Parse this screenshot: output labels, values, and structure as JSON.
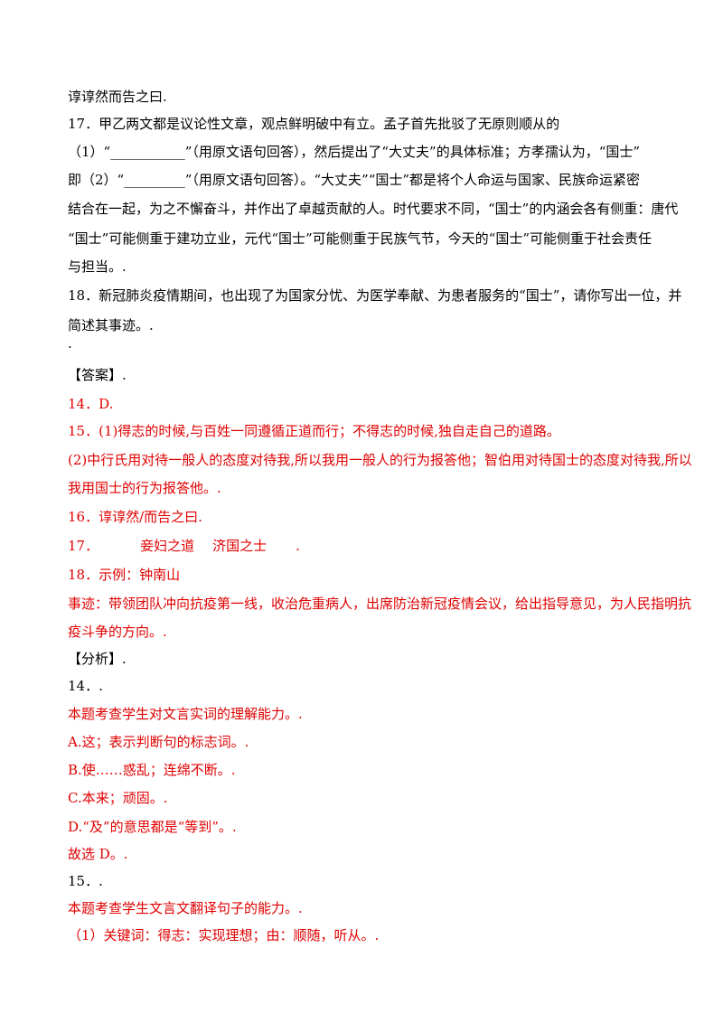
{
  "question": {
    "line0": "谆谆然而告之曰.",
    "q17_intro": "17．甲乙两文都是议论性文章，观点鲜明破中有立。孟子首先批驳了无原则顺从的",
    "q17_line2": "（1）“___________”（用原文语句回答），然后提出了“大丈夫”的具体标准；方孝孺认为，“国士”",
    "q17_line3": "即（2）“_________”（用原文语句回答）。“大丈夫”“国士”都是将个人命运与国家、民族命运紧密",
    "q17_line4": "结合在一起，为之不懈奋斗，并作出了卓越贡献的人。时代要求不同，“国士”的内涵会各有侧重：唐代",
    "q17_line5": "“国士”可能侧重于建功立业，元代“国士”可能侧重于民族气节，今天的“国士”可能侧重于社会责任",
    "q17_line6": "与担当。.",
    "q18_line1": "18．新冠肺炎疫情期间，也出现了为国家分忧、为医学奉献、为患者服务的“国士”，请你写出一位，并",
    "q18_line2": "简述其事迹。.",
    "dot": "."
  },
  "answer": {
    "header": "【答案】.",
    "a14": "14．D.",
    "a15_1": "15．(1)得志的时候,与百姓一同遵循正道而行；不得志的时候,独自走自己的道路。",
    "a15_2": "(2)中行氏用对待一般人的态度对待我,所以我用一般人的行为报答他；智伯用对待国士的态度对待我,所以",
    "a15_3": "我用国士的行为报答他。.",
    "a16": "16．谆谆然/而告之曰.",
    "a17_num": "17．",
    "a17_part1": "妾妇之道",
    "a17_part2": "济国之士",
    "a17_end": ".",
    "a18_1": "18．示例：钟南山",
    "a18_2": "事迹：带领团队冲向抗疫第一线，收治危重病人，出席防治新冠疫情会议，给出指导意见，为人民指明抗",
    "a18_3": "疫斗争的方向。."
  },
  "analysis": {
    "header": "【分析】.",
    "a14_head": "14．.",
    "a14_1": "本题考查学生对文言实词的理解能力。.",
    "a14_A": "A.这；表示判断句的标志词。.",
    "a14_B": "B.使……惑乱；连绵不断。.",
    "a14_C": "C.本来；顽固。.",
    "a14_D": "D.“及”的意思都是“等到”。.",
    "a14_sel": "故选 D。.",
    "a15_head": "15．.",
    "a15_1": "本题考查学生文言文翻译句子的能力。.",
    "a15_2": "（1）关键词：得志：实现理想；由：顺随，听从。."
  },
  "colors": {
    "answer_red": "#e00000",
    "text": "#000000"
  }
}
